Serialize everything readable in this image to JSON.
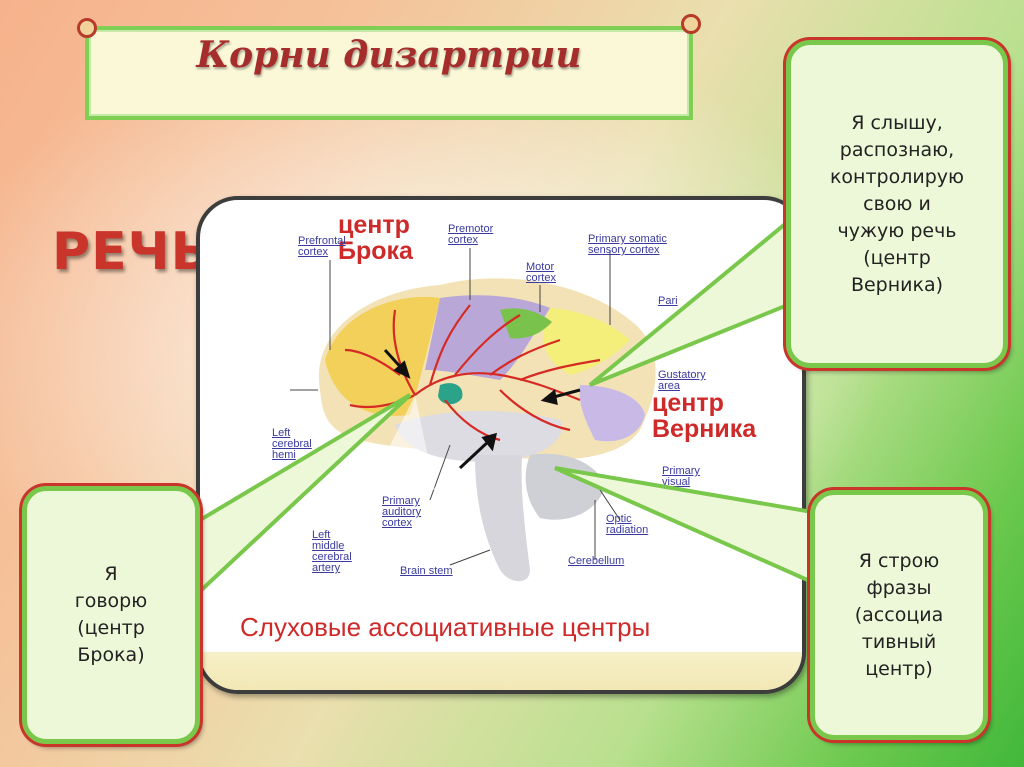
{
  "title": "Корни дизартрии",
  "side_word": "РЕЧЬ",
  "callouts": {
    "top_right": "Я слышу,\nраспознаю,\nконтролирую\nсвою и\nчужую речь\n(центр\nВерника)",
    "bottom_left": "Я\nговорю\n(центр\nБрока)",
    "bottom_right": "Я строю\nфразы\n(ассоциа\nтивный\nцентр)"
  },
  "figure": {
    "broca": "центр\nБрока",
    "wernicke": "центр\nВерника",
    "bottom_caption": "Слуховые ассоциативные центры",
    "labels": {
      "prefrontal": "Prefrontal\ncortex",
      "premotor": "Premotor\ncortex",
      "motor": "Motor\ncortex",
      "somatic": "Primary somatic\nsensory cortex",
      "parietal": "Pari",
      "gustatory": "Gustatory\narea",
      "left_hem": "Left\ncerebral\nhemi",
      "primary_visual": "Primary\nvisual\ncortex",
      "primary_auditory": "Primary\nauditory\ncortex",
      "left_middle": "Left\nmiddle\ncerebral\nartery",
      "optic": "Optic\nradiation",
      "brain_stem": "Brain stem",
      "cerebellum": "Cerebellum"
    }
  },
  "colors": {
    "accent_red": "#c9352b",
    "green_border": "#79c74b",
    "bubble_fill": "#edf8d8"
  }
}
